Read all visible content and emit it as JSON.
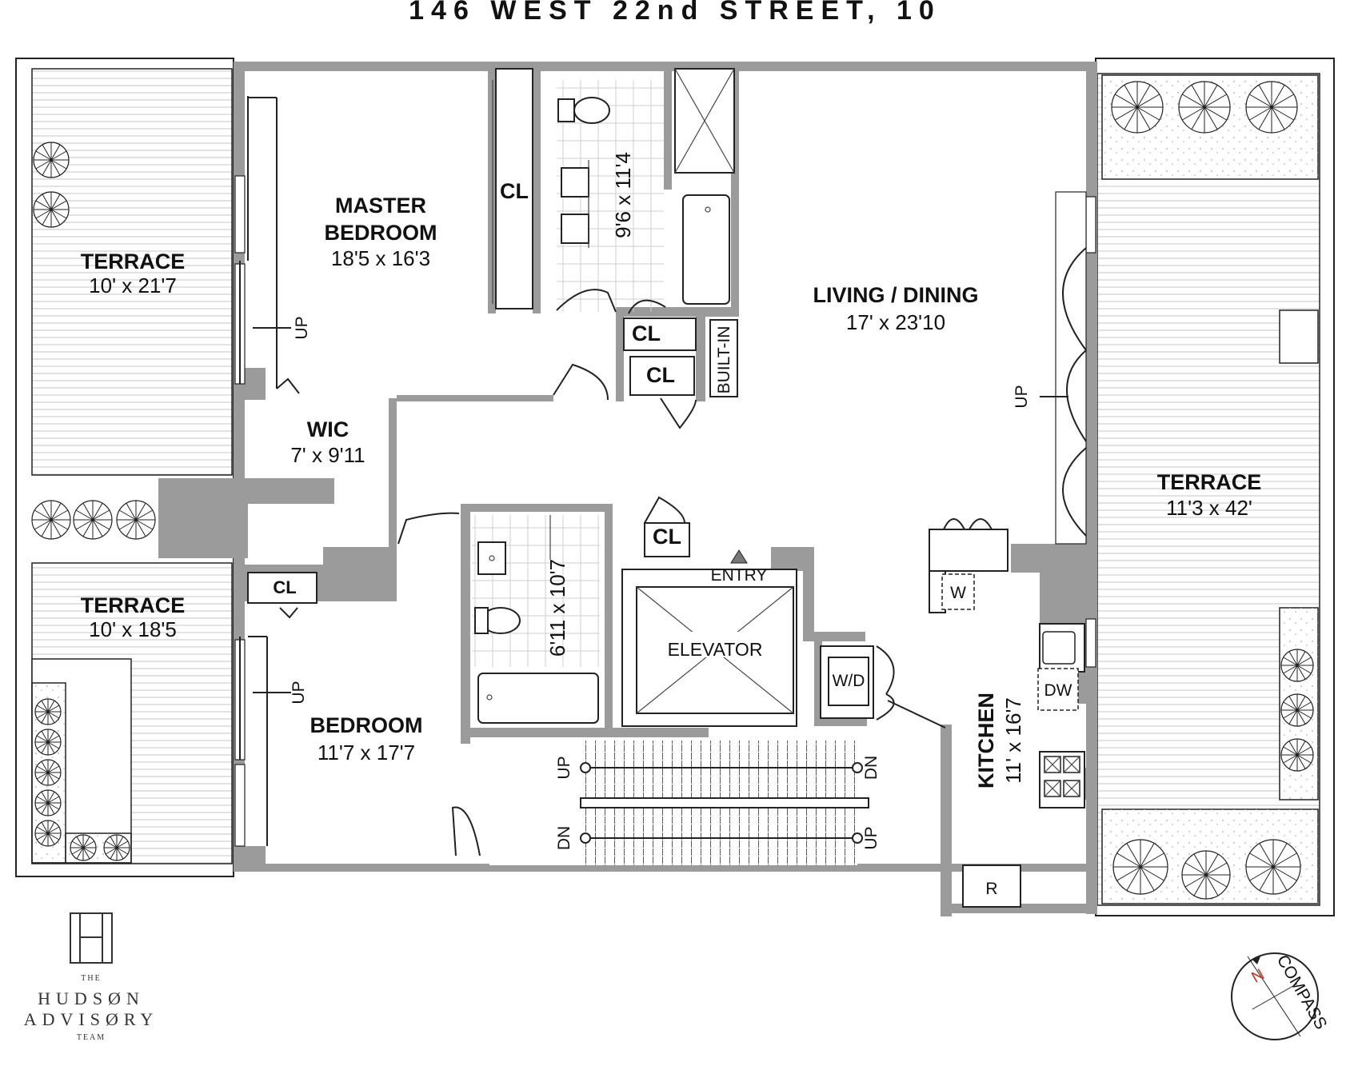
{
  "title": "146 WEST 22nd STREET, 10",
  "rooms": {
    "terrace_top_left": {
      "name": "TERRACE",
      "dims": "10' x 21'7"
    },
    "master_bedroom": {
      "name_line1": "MASTER",
      "name_line2": "BEDROOM",
      "dims": "18'5 x 16'3"
    },
    "master_bath": {
      "dims": "9'6 x 11'4"
    },
    "living_dining": {
      "name": "LIVING / DINING",
      "dims": "17' x 23'10"
    },
    "wic": {
      "name": "WIC",
      "dims": "7' x 9'11"
    },
    "terrace_bottom_left": {
      "name": "TERRACE",
      "dims": "10' x 18'5"
    },
    "bedroom": {
      "name": "BEDROOM",
      "dims": "11'7 x 17'7"
    },
    "bath_2": {
      "dims": "6'11 x 10'7"
    },
    "terrace_right": {
      "name": "TERRACE",
      "dims": "11'3 x 42'"
    },
    "kitchen": {
      "name": "KITCHEN",
      "dims": "11' x 16'7"
    }
  },
  "labels": {
    "closet": "CL",
    "built_in": "BUILT-IN",
    "elevator": "ELEVATOR",
    "entry": "ENTRY",
    "washer_dryer": "W/D",
    "washer": "W",
    "dishwasher": "DW",
    "refrigerator": "R",
    "up": "UP",
    "down": "DN"
  },
  "brand": {
    "monogram": "H",
    "line_the": "THE",
    "line1": "HUDSØN",
    "line2": "ADVISØRY",
    "line_team": "TEAM"
  },
  "compass": {
    "north": "N",
    "label": "COMPASS"
  }
}
